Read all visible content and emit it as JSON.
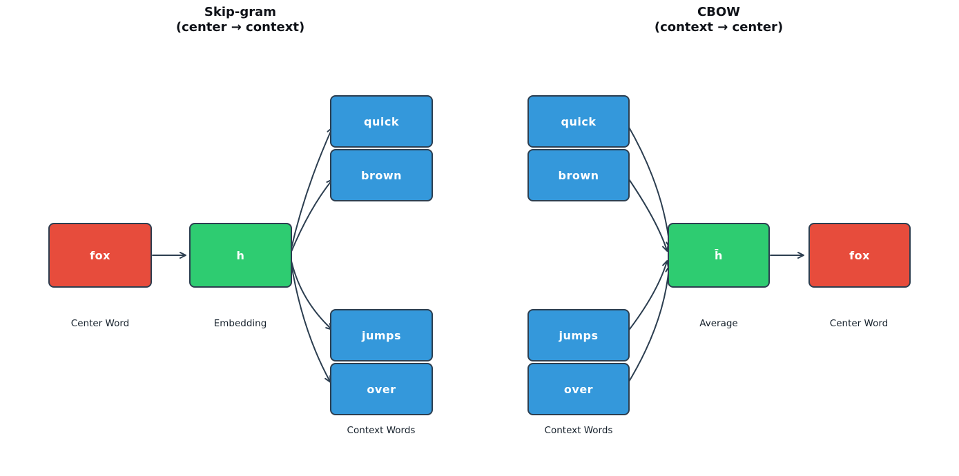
{
  "skipgram": {
    "title": "Skip-gram",
    "subtitle": "(center → context)",
    "center_word": "fox",
    "hidden": "h",
    "context_words": [
      "quick",
      "brown",
      "jumps",
      "over"
    ],
    "captions": {
      "center": "Center Word",
      "embedding": "Embedding",
      "context": "Context Words"
    }
  },
  "cbow": {
    "title": "CBOW",
    "subtitle": "(context → center)",
    "center_word": "fox",
    "hidden": "h̄",
    "context_words": [
      "quick",
      "brown",
      "jumps",
      "over"
    ],
    "captions": {
      "average": "Average",
      "center": "Center Word",
      "context": "Context Words"
    }
  },
  "colors": {
    "center_word_fill": "#e74c3c",
    "hidden_fill": "#2ecc71",
    "context_fill": "#3498db",
    "outline": "#2c3e50",
    "box_text": "#ffffff",
    "caption_text": "#15202b",
    "title_text": "#0e1117",
    "bg": "#ffffff"
  }
}
